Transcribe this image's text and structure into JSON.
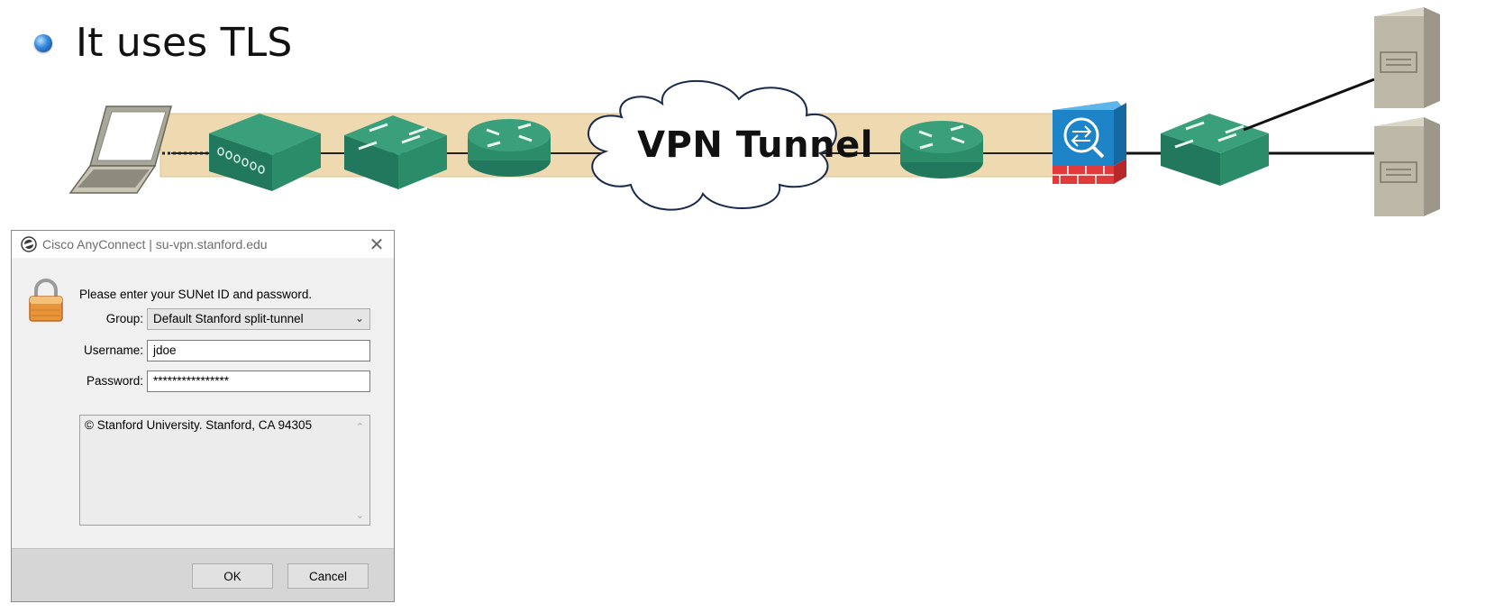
{
  "slide": {
    "bullet_text": "It uses TLS"
  },
  "diagram": {
    "tunnel_label": "VPN Tunnel",
    "colors": {
      "tunnel_band": "#eed9b0",
      "device_green": "#2f8f70",
      "firewall_blue": "#1d84c8",
      "firewall_brick": "#e03a3a",
      "server_gray": "#bdb8a8"
    },
    "nodes": [
      "laptop-icon",
      "modem-icon",
      "switch-icon",
      "router-icon",
      "cloud-icon",
      "router-icon",
      "firewall-icon",
      "switch-icon",
      "server-icon",
      "server-icon"
    ]
  },
  "dialog": {
    "title": "Cisco AnyConnect | su-vpn.stanford.edu",
    "close_glyph": "✕",
    "prompt": "Please enter your SUNet ID and password.",
    "group_label": "Group:",
    "group_value": "Default Stanford split-tunnel",
    "username_label": "Username:",
    "username_value": "jdoe",
    "password_label": "Password:",
    "password_value": "****************",
    "banner_text": "© Stanford University. Stanford, CA 94305",
    "ok_label": "OK",
    "cancel_label": "Cancel"
  }
}
